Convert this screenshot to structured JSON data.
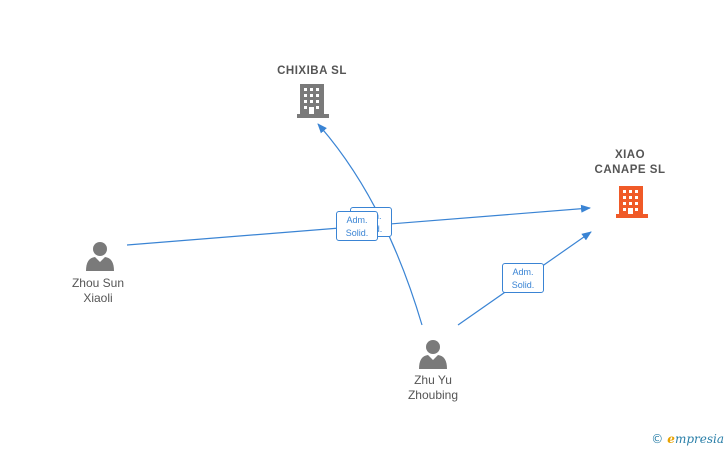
{
  "nodes": {
    "chixiba": {
      "label": "CHIXIBA  SL",
      "kind": "company",
      "color": "#7a7a7a"
    },
    "xiao_canape": {
      "label": "XIAO\nCANAPE  SL",
      "kind": "company",
      "color": "#f05a28"
    },
    "zhou_sun": {
      "label": "Zhou Sun\nXiaoli",
      "kind": "person",
      "color": "#7a7a7a"
    },
    "zhu_yu": {
      "label": "Zhu Yu\nZhoubing",
      "kind": "person",
      "color": "#7a7a7a"
    }
  },
  "edges": [
    {
      "from": "zhou_sun",
      "to": "xiao_canape",
      "label": "Adm.\nSolid."
    },
    {
      "from": "zhu_yu",
      "to": "chixiba",
      "label": "Adm.\nSolid."
    },
    {
      "from": "zhu_yu",
      "to": "xiao_canape",
      "label": "Adm.\nSolid."
    }
  ],
  "edge_color": "#3a84d4",
  "watermark": {
    "copyright": "©",
    "brand_initial": "e",
    "brand_rest": "mpresia"
  }
}
